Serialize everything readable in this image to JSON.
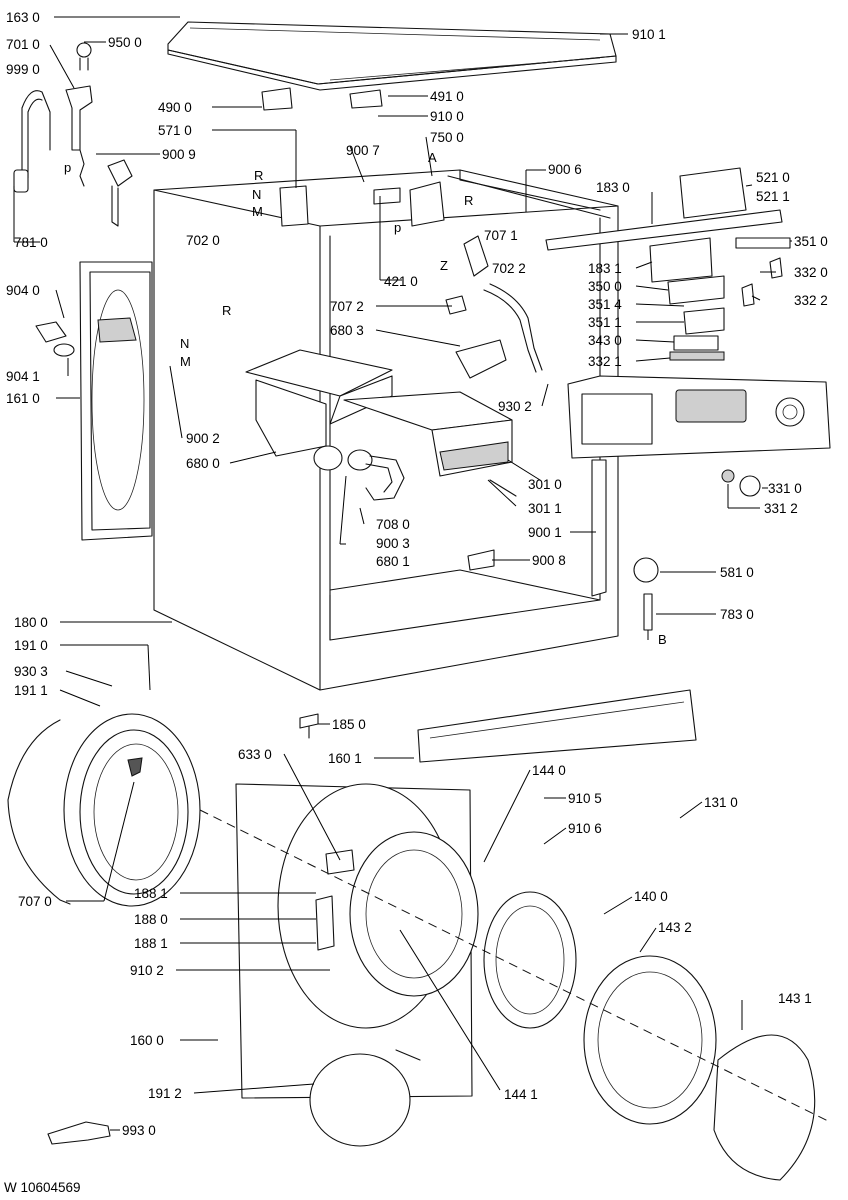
{
  "labels": [
    "163 0",
    "910 1",
    "950 0",
    "701 0",
    "999 0",
    "490 0",
    "491 0",
    "571 0",
    "910 0",
    "750 0",
    "900 9",
    "900 7",
    "900 6",
    "521 0",
    "521 1",
    "183 0",
    "781 0",
    "702 0",
    "421 0",
    "351 0",
    "707 1",
    "702 2",
    "183 1",
    "332 0",
    "350 0",
    "351 4",
    "332 2",
    "904 0",
    "707 2",
    "351 1",
    "680 3",
    "343 0",
    "332 1",
    "904 1",
    "161 0",
    "930 2",
    "900 2",
    "680 0",
    "301 0",
    "331 0",
    "301 1",
    "331 2",
    "708 0",
    "900 1",
    "900 3",
    "680 1",
    "900 8",
    "581 0",
    "783 0",
    "180 0",
    "191 0",
    "930 3",
    "191 1",
    "185 0",
    "160 1",
    "633 0",
    "144 0",
    "910 5",
    "131 0",
    "910 6",
    "707 0",
    "188 1",
    "188 0",
    "188 1",
    "140 0",
    "143 2",
    "910 2",
    "143 1",
    "160 0",
    "191 2",
    "144 1",
    "993 0"
  ],
  "letters": [
    "p",
    "R",
    "N",
    "M",
    "A",
    "p",
    "Z",
    "R",
    "R",
    "N",
    "M",
    "B"
  ],
  "footer": "W 10604569"
}
